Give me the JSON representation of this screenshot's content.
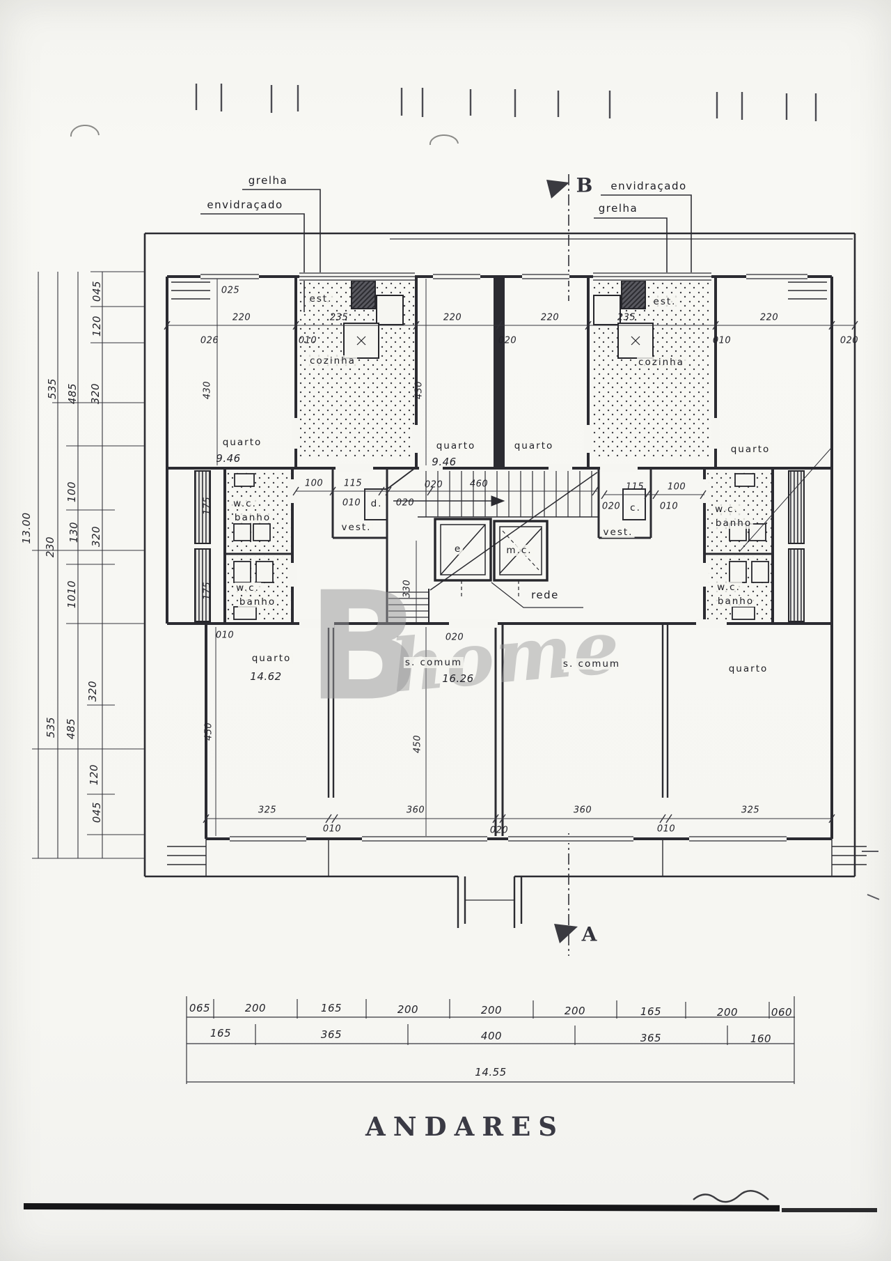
{
  "document": {
    "title": "ANDARES",
    "watermark": {
      "b": "B",
      "home": "home"
    }
  },
  "section_markers": {
    "top": "B",
    "bottom": "A"
  },
  "callouts": {
    "grelha_left": "grelha",
    "envidracado_left": "envidraçado",
    "envidracado_right": "envidraçado",
    "grelha_right": "grelha",
    "rede": "rede"
  },
  "rooms": {
    "quarto_tl": "quarto",
    "quarto_cl": "quarto",
    "quarto_cr": "quarto",
    "quarto_tr": "quarto",
    "est_l": "est.",
    "est_r": "est.",
    "cozinha_l": "cozinha",
    "cozinha_r": "cozinha",
    "wc_1": "w.c.",
    "banho_1": "banho",
    "wc_2": "w.c.",
    "banho_2": "banho",
    "wc_3": "w.c.",
    "banho_3": "banho",
    "wc_4": "w.c.",
    "banho_4": "banho",
    "vest_l": "vest.",
    "vest_r": "vest.",
    "d_closet": "d.",
    "c_closet": "c.",
    "e_shaft": "e",
    "mc_shaft": "m.c.",
    "quarto_bl": "quarto",
    "scomum_l": "s. comum",
    "scomum_r": "s. comum",
    "quarto_br": "quarto"
  },
  "dims": {
    "d025": "025",
    "d220_1": "220",
    "d026": "026",
    "d235_1": "235",
    "d010_1": "010",
    "d220_2": "220",
    "d020_1": "020",
    "d220_3": "220",
    "d235_2": "235",
    "d010_2": "010",
    "d220_4": "220",
    "d020_2": "020",
    "v430_1": "430",
    "v430_2": "430",
    "m100": "100",
    "m115": "115",
    "m010": "010",
    "m020_low": "020",
    "m020_up": "020",
    "m460": "460",
    "n115": "115",
    "n100": "100",
    "n020": "020",
    "n010": "010",
    "v175_1": "175",
    "v175_2": "175",
    "v330": "330",
    "area946_1": "9.46",
    "area946_2": "9.46",
    "area1462": "14.62",
    "area1626": "16.26",
    "b010": "010",
    "b020": "020",
    "v450_1": "450",
    "v450_2": "450",
    "p325_1": "325",
    "p010_1": "010",
    "p360_1": "360",
    "p020": "020",
    "p360_2": "360",
    "p010_2": "010",
    "p325_2": "325"
  },
  "left_chain": [
    "13.00",
    "535",
    "485",
    "045",
    "120",
    "320",
    "100",
    "230",
    "130",
    "320",
    "1010",
    "320",
    "535",
    "485",
    "120",
    "045"
  ],
  "bottom_chain": {
    "row1": [
      "065",
      "200",
      "165",
      "200",
      "200",
      "200",
      "165",
      "200",
      "060"
    ],
    "row2": [
      "165",
      "365",
      "400",
      "365",
      "160"
    ],
    "total": "14.55"
  }
}
